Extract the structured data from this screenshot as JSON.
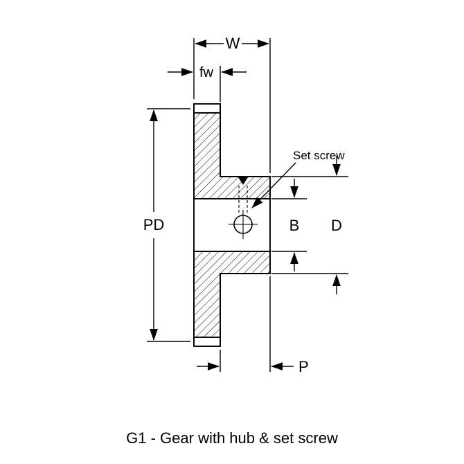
{
  "caption": "G1 - Gear with hub & set screw",
  "labels": {
    "w": "W",
    "fw": "fw",
    "pd": "PD",
    "b": "B",
    "d": "D",
    "p": "P",
    "set_screw": "Set screw"
  },
  "colors": {
    "line": "#000000",
    "caption": "#3c3cd2",
    "background": "#ffffff"
  }
}
